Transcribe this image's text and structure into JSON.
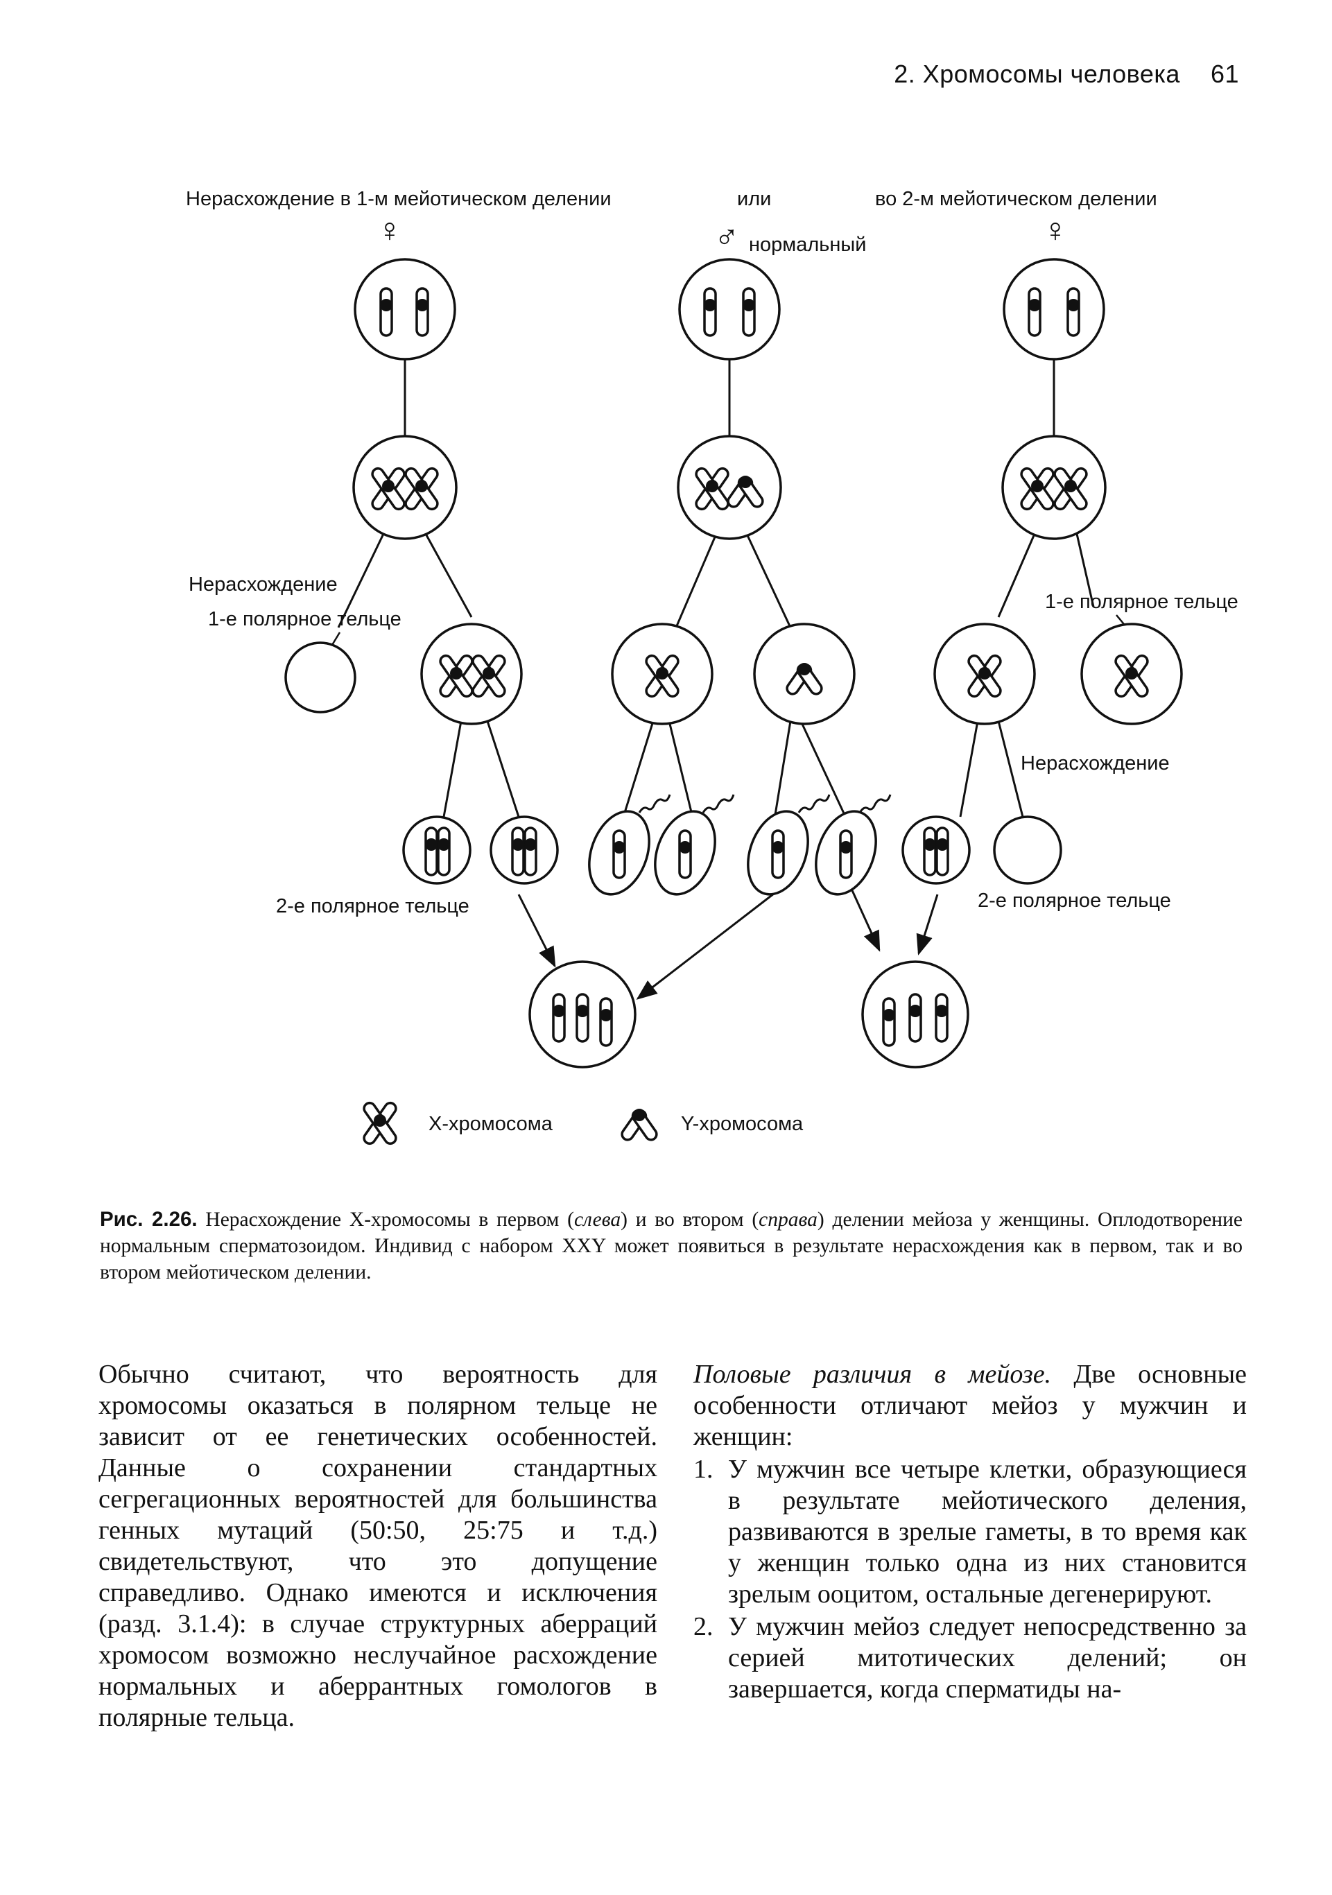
{
  "header": {
    "section": "2. Хромосомы человека",
    "page_number": "61"
  },
  "figure": {
    "top_labels": {
      "left": "Нерасхождение в 1-м мейотическом делении",
      "middle": "или",
      "right": "во 2-м мейотическом делении"
    },
    "symbols": {
      "female": "♀",
      "male": "♂"
    },
    "labels": {
      "normal": "нормальный",
      "nondisjunction_left": "Нерасхождение",
      "first_polar_body_left": "1-е полярное тельце",
      "first_polar_body_right": "1-е полярное тельце",
      "nondisjunction_right": "Нерасхождение",
      "second_polar_body_left": "2-е полярное тельце",
      "second_polar_body_right": "2-е полярное тельце"
    },
    "legend": {
      "x_label": "X-хромосома",
      "y_label": "Y-хромосома"
    }
  },
  "caption": {
    "number": "Рис. 2.26.",
    "text_1": " Нерасхождение X-хромосомы в первом (",
    "italic_left": "слева",
    "text_2": ") и во втором (",
    "italic_right": "справа",
    "text_3": ") делении мейоза у женщины. Оплодотворение нормальным сперматозоидом. Индивид с набором XXY может появиться в результате нерасхождения как в первом, так и во втором мейотическом делении."
  },
  "body": {
    "left_paragraph": "Обычно считают, что вероятность для хромосомы оказаться в полярном тельце не зависит от ее генетических особенностей. Данные о сохранении стандартных сегрегационных вероятностей для большинства генных мутаций (50:50, 25:75 и т.д.) свидетельствуют, что это допущение справедливо. Однако имеются и исключения (разд. 3.1.4): в случае структурных аберраций хромосом возможно неслучайное расхождение нормальных и аберрантных гомологов в полярные тельца.",
    "right_heading": "Половые различия в мейозе.",
    "right_intro": " Две основные особенности отличают мейоз у мужчин и женщин:",
    "points": [
      {
        "num": "1.",
        "text": "У мужчин все четыре клетки, образующиеся в результате мейотического деления, развиваются в зрелые гаметы, в то время как у женщин только одна из них становится зрелым ооцитом, остальные дегенерируют."
      },
      {
        "num": "2.",
        "text": "У мужчин мейоз следует непосредственно за серией митотических делений; он завершается, когда сперматиды на-"
      }
    ]
  }
}
